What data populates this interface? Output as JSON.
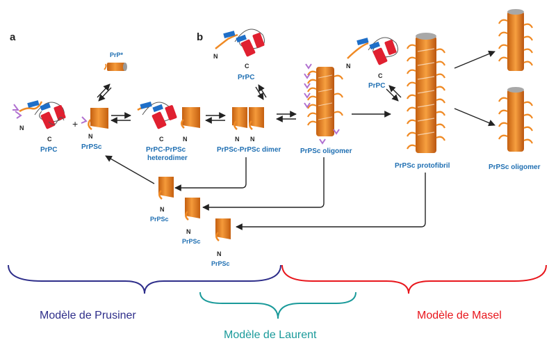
{
  "panels": {
    "a": "a",
    "b": "b"
  },
  "terms": {
    "n": "N",
    "c": "C"
  },
  "labels": {
    "prp_star": "PrP*",
    "prpc_left": "PrPC",
    "prpsc_left": "PrPSc",
    "heterodimer_line1": "PrPC-PrPSc",
    "heterodimer_line2": "heterodimer",
    "dimer": "PrPSc-PrPSc dimer",
    "prpc_top": "PrPC",
    "oligomer_mid": "PrPSc oligomer",
    "prpc_right": "PrPC",
    "protofibril": "PrPSc protofibril",
    "oligomer_right": "PrPSc oligomer",
    "prpsc_1": "PrPSc",
    "prpsc_2": "PrPSc",
    "prpsc_3": "PrPSc"
  },
  "operators": {
    "plus": "+"
  },
  "models": {
    "prusiner": "Modèle de Prusiner",
    "laurent": "Modèle de Laurent",
    "masel": "Modèle de Masel"
  },
  "colors": {
    "prusiner": "#2e2e8a",
    "laurent": "#1a9a9a",
    "masel": "#e8161c",
    "label_blue": "#1f6fb2",
    "orange": "#f08a24",
    "helix_red": "#e02030",
    "strand_blue": "#1f6fc8",
    "glycan_purple": "#b070d0"
  }
}
